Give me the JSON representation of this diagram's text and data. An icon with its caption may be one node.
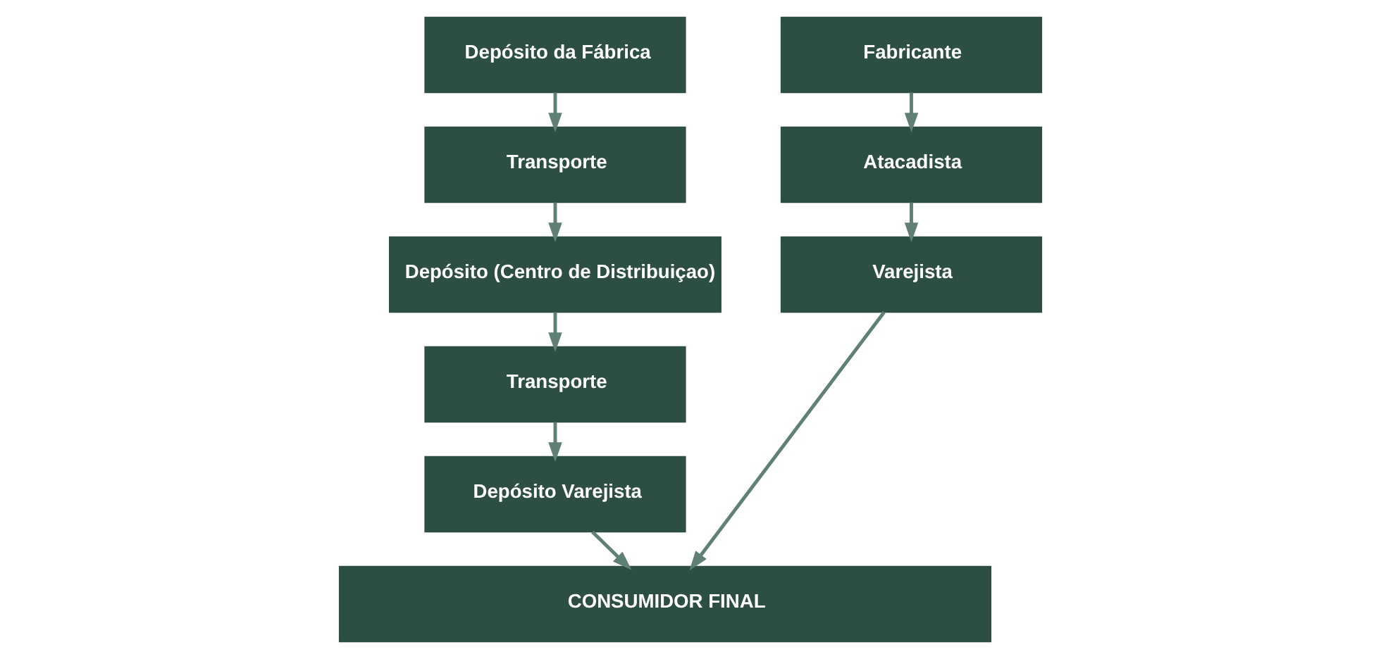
{
  "diagram": {
    "nodes": [
      {
        "text": [
          "Depósito da Fábrica"
        ]
      },
      {
        "text": [
          "Fabricante"
        ]
      },
      {
        "text": [
          "Transporte"
        ]
      },
      {
        "text": [
          "Depósito (Centro de Distribuiçao)"
        ]
      },
      {
        "text": [
          "Atacadista"
        ]
      },
      {
        "text": [
          "Transporte"
        ]
      },
      {
        "text": [
          "Depósito Varejista"
        ]
      },
      {
        "text": [
          "Varejista"
        ]
      },
      {
        "text": [
          "CONSUMIDOR FINAL"
        ]
      }
    ],
    "edges": [
      {
        "from": 0,
        "to": 2,
        "arrow": "to"
      },
      {
        "from": 2,
        "to": 3,
        "arrow": "to"
      },
      {
        "from": 3,
        "to": 5,
        "arrow": "to"
      },
      {
        "from": 5,
        "to": 6,
        "arrow": "to"
      },
      {
        "from": 6,
        "to": 8,
        "arrow": "to"
      },
      {
        "from": 1,
        "to": 4,
        "arrow": "to"
      },
      {
        "from": 4,
        "to": 7,
        "arrow": "to"
      },
      {
        "from": 7,
        "to": 8,
        "arrow": "to"
      }
    ]
  }
}
